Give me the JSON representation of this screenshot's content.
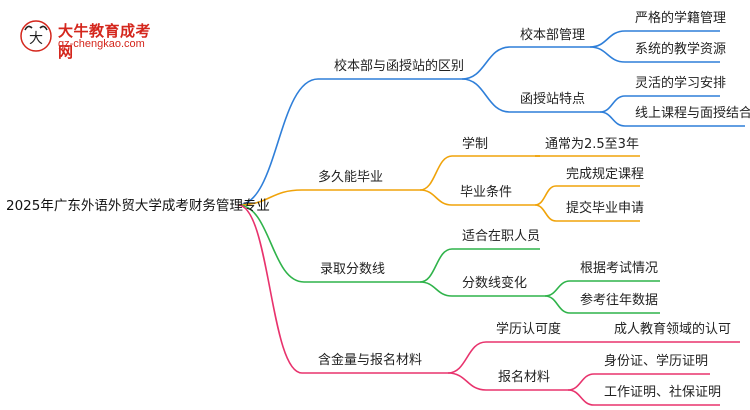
{
  "logo": {
    "title": "大牛教育成考网",
    "url": "gz-chengkao.com",
    "brand_color": "#d4261c"
  },
  "root": {
    "label": "2025年广东外语外贸大学成考财务管理专业"
  },
  "branches": [
    {
      "label": "校本部与函授站的区别",
      "color": "#2f7fd9",
      "children": [
        {
          "label": "校本部管理",
          "children": [
            {
              "label": "严格的学籍管理"
            },
            {
              "label": "系统的教学资源"
            }
          ]
        },
        {
          "label": "函授站特点",
          "children": [
            {
              "label": "灵活的学习安排"
            },
            {
              "label": "线上课程与面授结合"
            }
          ]
        }
      ]
    },
    {
      "label": "多久能毕业",
      "color": "#f0a30a",
      "children": [
        {
          "label": "学制",
          "children": [
            {
              "label": "通常为2.5至3年"
            }
          ]
        },
        {
          "label": "毕业条件",
          "children": [
            {
              "label": "完成规定课程"
            },
            {
              "label": "提交毕业申请"
            }
          ]
        }
      ]
    },
    {
      "label": "录取分数线",
      "color": "#2fb34a",
      "children": [
        {
          "label": "适合在职人员",
          "children": []
        },
        {
          "label": "分数线变化",
          "children": [
            {
              "label": "根据考试情况"
            },
            {
              "label": "参考往年数据"
            }
          ]
        }
      ]
    },
    {
      "label": "含金量与报名材料",
      "color": "#e8336d",
      "children": [
        {
          "label": "学历认可度",
          "children": [
            {
              "label": "成人教育领域的认可"
            }
          ]
        },
        {
          "label": "报名材料",
          "children": [
            {
              "label": "身份证、学历证明"
            },
            {
              "label": "工作证明、社保证明"
            }
          ]
        }
      ]
    }
  ]
}
